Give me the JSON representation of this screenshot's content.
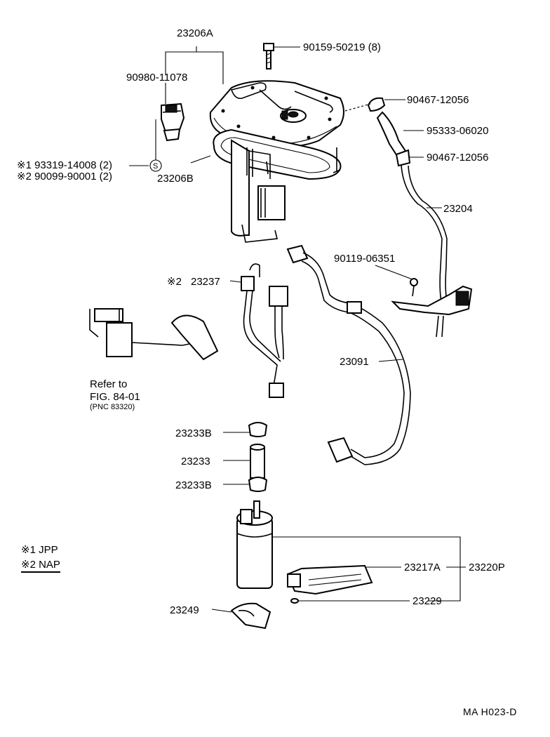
{
  "labels": {
    "p23206A": "23206A",
    "p90159": "90159-50219 (8)",
    "p90980": "90980-11078",
    "p90467a": "90467-12056",
    "p95333": "95333-06020",
    "p90467b": "90467-12056",
    "p93319": "※1 93319-14008 (2)",
    "p90099": "※2 90099-90001 (2)",
    "p23206B": "23206B",
    "p23204": "23204",
    "p90119": "90119-06351",
    "p23237_mark": "※2",
    "p23237": "23237",
    "p23091": "23091",
    "refer": "Refer to",
    "fig": "FIG. 84-01",
    "pnc": "(PNC 83320)",
    "p23233B_top": "23233B",
    "p23233": "23233",
    "p23233B_bot": "23233B",
    "p23217A": "23217A",
    "p23220P": "23220P",
    "p23229": "23229",
    "p23249": "23249",
    "s_symbol": "S"
  },
  "legend": {
    "l1": "※1 JPP",
    "l2": "※2 NAP"
  },
  "drawing_code": "MA  H023-D"
}
